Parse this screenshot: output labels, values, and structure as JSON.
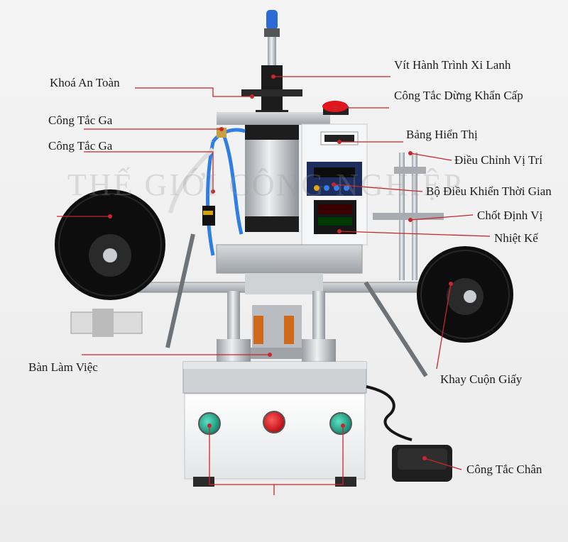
{
  "watermark": "THẾ GIỚI CÔNG NGHIỆP",
  "labels": {
    "vit_hanh_trinh": "Vít Hành Trình Xi Lanh",
    "khoa_an_toan": "Khoá An Toàn",
    "cong_tac_dung": "Công Tắc Dừng Khẩn Cấp",
    "cong_tac_ga_1": "Công Tắc Ga",
    "cong_tac_ga_2": "Công Tắc Ga",
    "bang_hien_thi": "Bảng Hiển Thị",
    "dieu_chinh_vi_tri": "Điều Chỉnh Vị Trí",
    "bo_dieu_khien": "Bộ Điều Khiển Thời Gian",
    "chot_dinh_vi": "Chốt Định Vị",
    "nhiet_ke": "Nhiệt Kế",
    "ban_lam_viec": "Bàn Làm Việc",
    "khay_cuon_giay": "Khay Cuộn Giấy",
    "cong_tac_chan": "Công Tắc Chân"
  },
  "colors": {
    "leader": "#c9252c",
    "button_green": "#1fa58a",
    "button_red": "#e0141c"
  }
}
